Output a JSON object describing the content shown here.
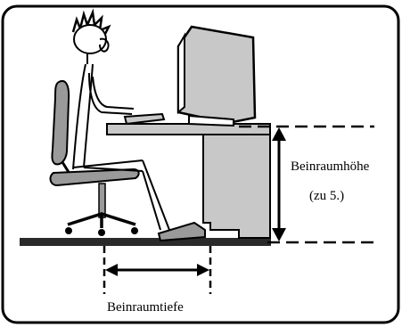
{
  "labels": {
    "height": "Beinraumhöhe",
    "height_note": "(zu 5.)",
    "depth": "Beinraumtiefe"
  },
  "colors": {
    "frame": "#000000",
    "panel": "#ffffff",
    "furniture_fill": "#c8c8c8",
    "chair_fill": "#9a9a9a",
    "floor": "#2a2a2a"
  },
  "icons": [
    "person-figure",
    "office-chair",
    "monitor",
    "desk",
    "keyboard",
    "footrest"
  ]
}
